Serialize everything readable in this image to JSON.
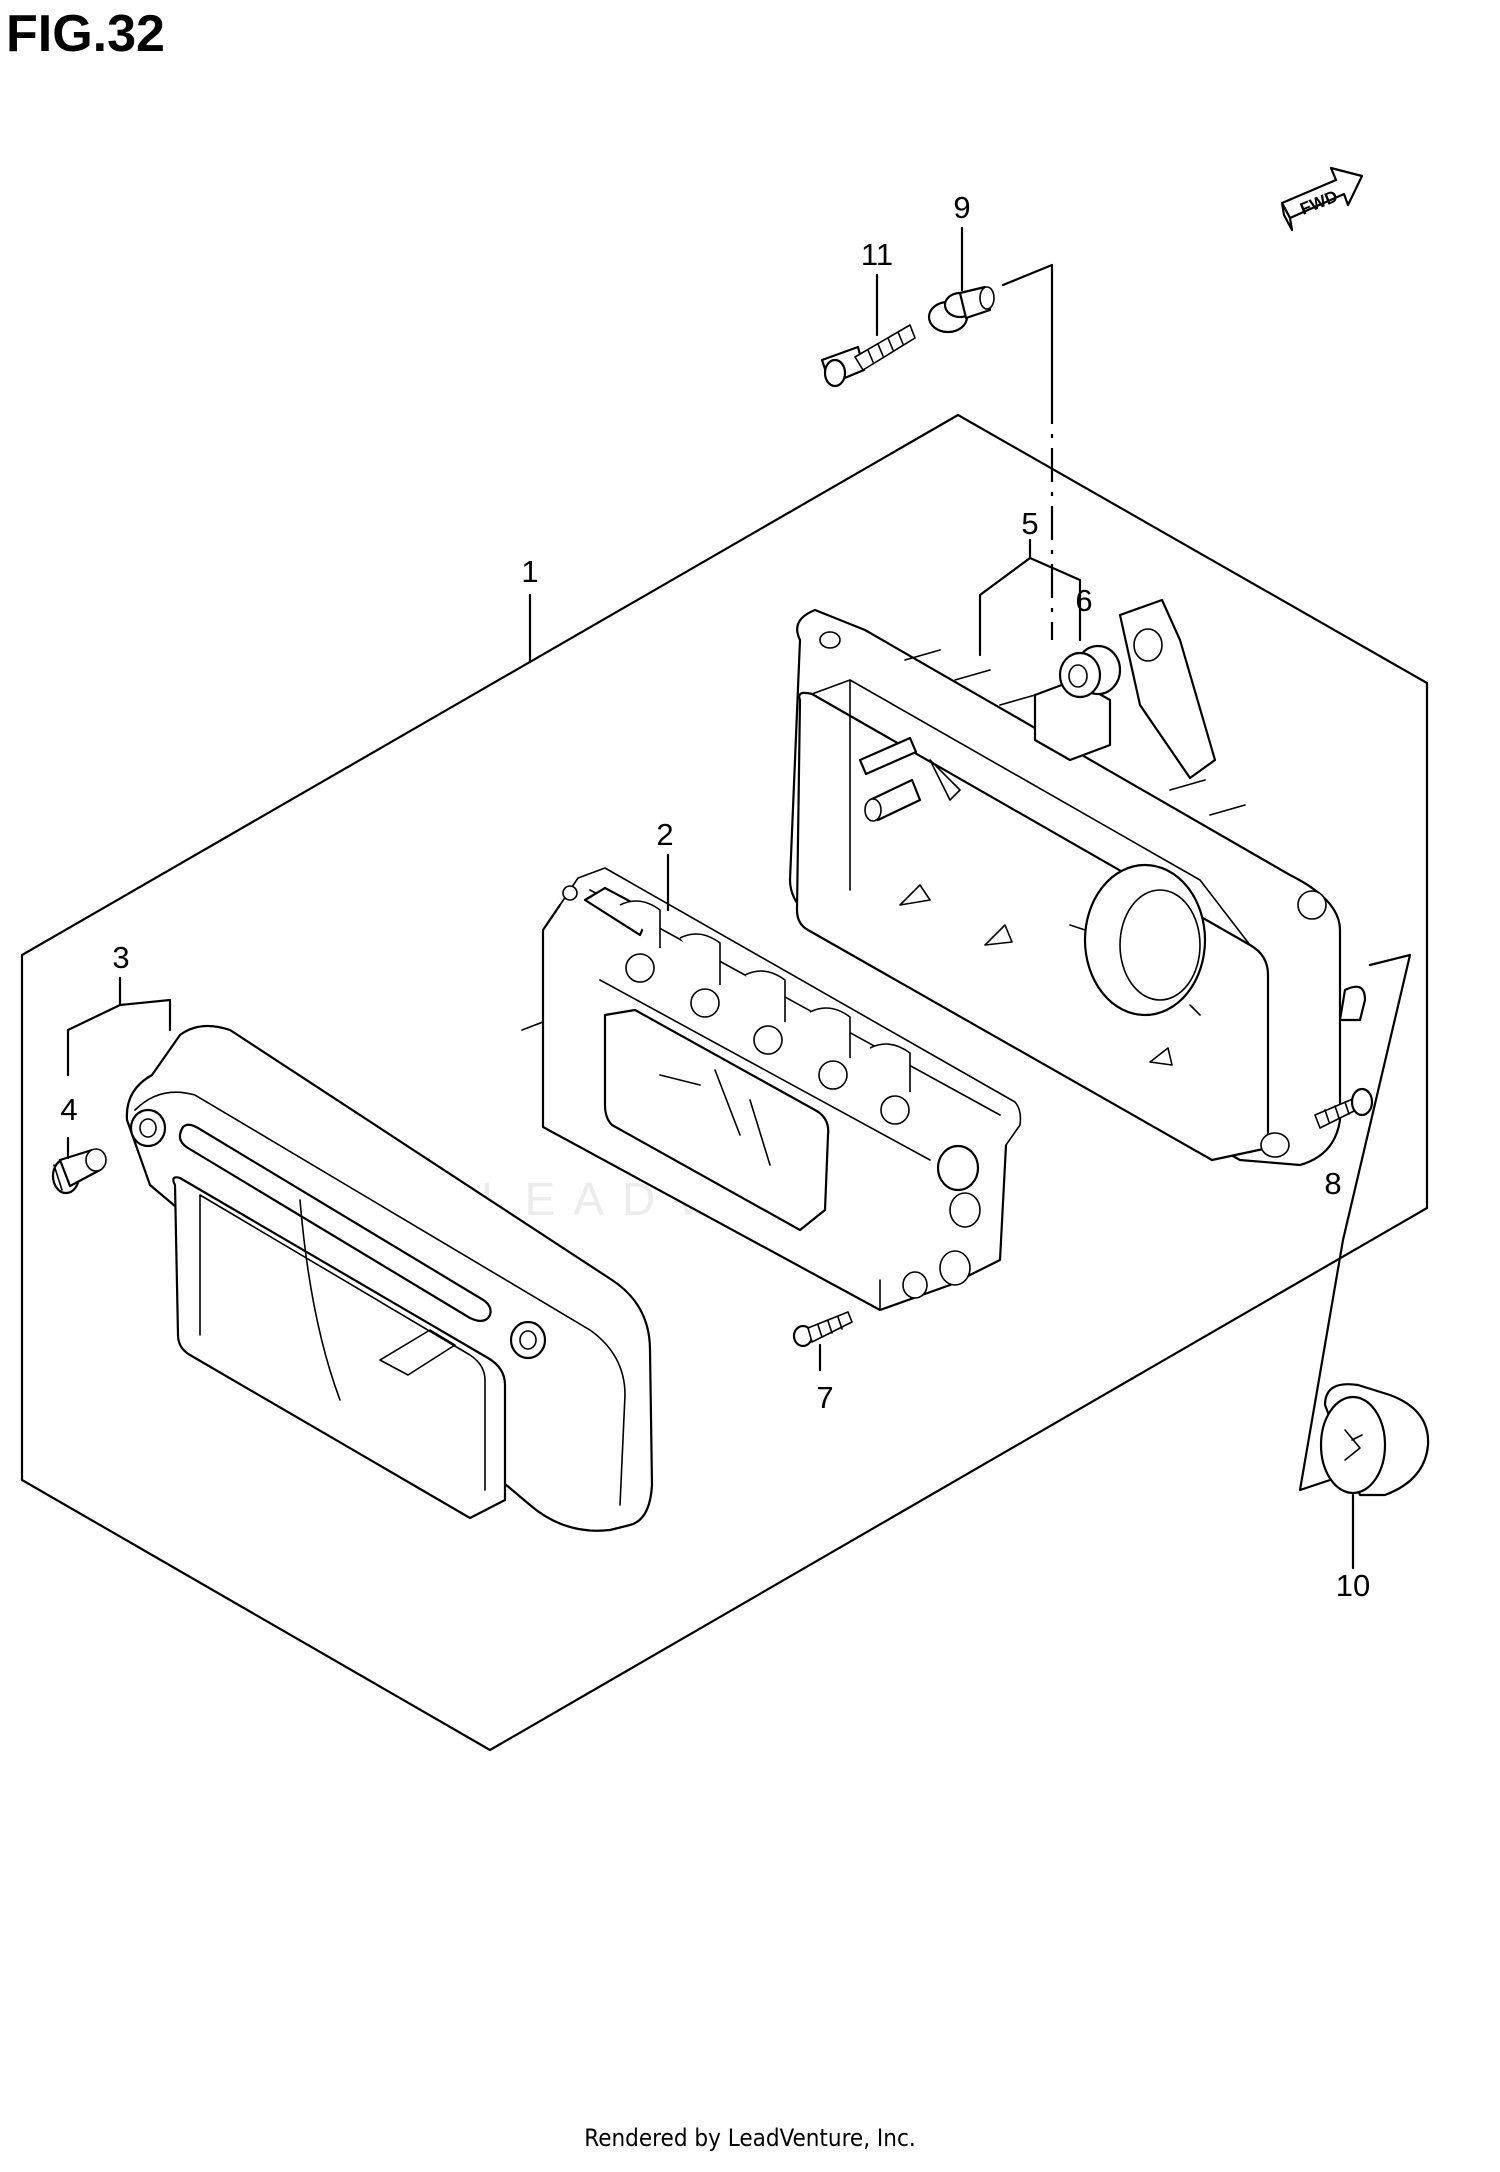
{
  "figure": {
    "title": "FIG.32"
  },
  "fwd_label": "FWD",
  "watermark": "LEADVENTURE",
  "footer": "Rendered by LeadVenture, Inc.",
  "callouts": [
    {
      "id": "1",
      "label": "1"
    },
    {
      "id": "2",
      "label": "2"
    },
    {
      "id": "3",
      "label": "3"
    },
    {
      "id": "4",
      "label": "4"
    },
    {
      "id": "5",
      "label": "5"
    },
    {
      "id": "6",
      "label": "6"
    },
    {
      "id": "7",
      "label": "7"
    },
    {
      "id": "8",
      "label": "8"
    },
    {
      "id": "9",
      "label": "9"
    },
    {
      "id": "10",
      "label": "10"
    },
    {
      "id": "11",
      "label": "11"
    }
  ]
}
